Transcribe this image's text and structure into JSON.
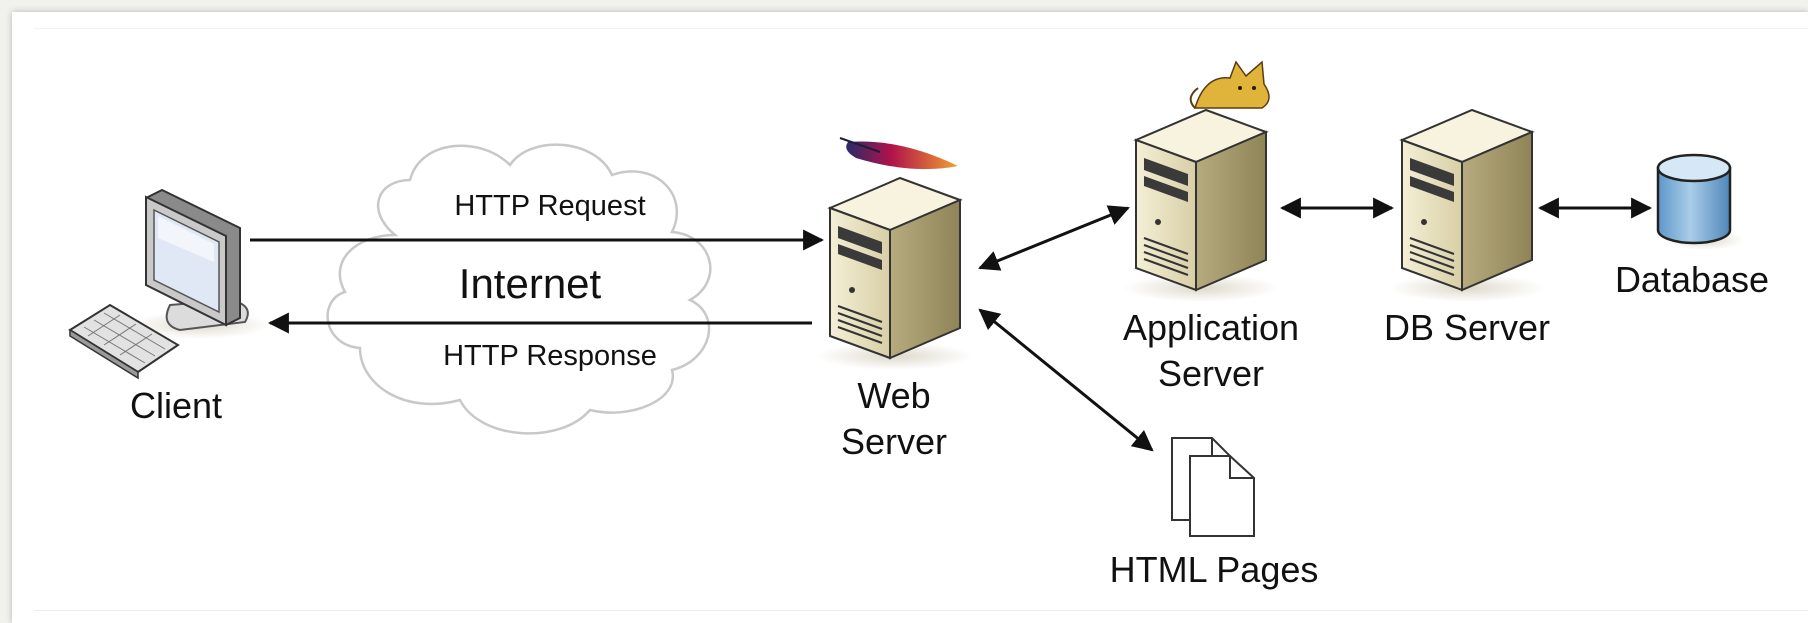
{
  "labels": {
    "client": "Client",
    "internet": "Internet",
    "http_request": "HTTP Request",
    "http_response": "HTTP Response",
    "web_server_line1": "Web",
    "web_server_line2": "Server",
    "application_server_line1": "Application",
    "application_server_line2": "Server",
    "db_server": "DB Server",
    "database": "Database",
    "html_pages": "HTML Pages"
  },
  "icons": {
    "client": "desktop-computer-icon",
    "web_server": "server-tower-icon",
    "web_server_logo": "apache-feather-icon",
    "application_server": "server-tower-icon",
    "application_server_logo": "tomcat-cat-icon",
    "db_server": "server-tower-icon",
    "database": "database-cylinder-icon",
    "html_pages": "document-pages-icon",
    "internet": "cloud-icon"
  },
  "colors": {
    "arrow": "#111111",
    "cloud_stroke": "#c8c8c8",
    "internet_text": "#b3b3b3",
    "server_body": "#e8e2c4",
    "database_fill": "#7fb2dc"
  }
}
